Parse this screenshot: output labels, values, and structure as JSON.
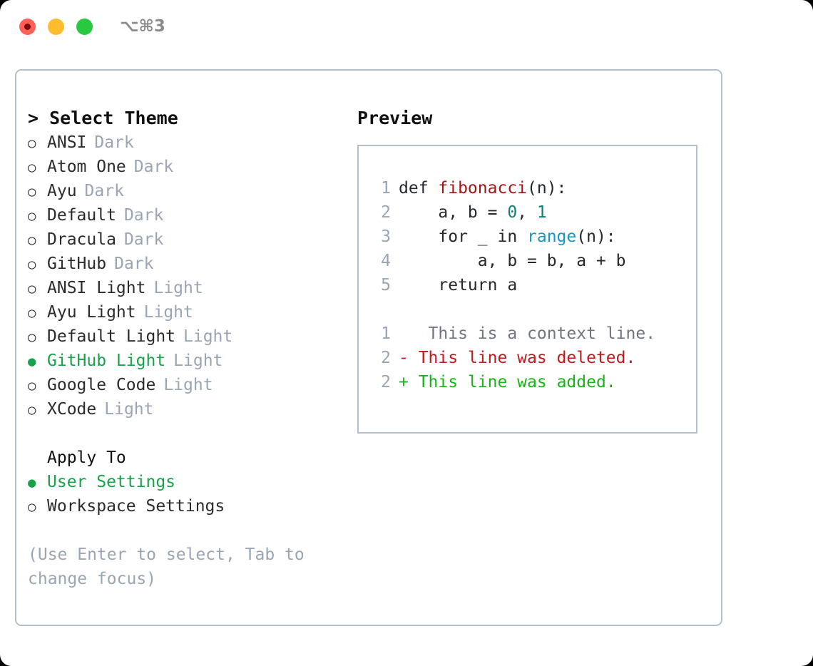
{
  "titlebar": {
    "shortcut": "⌥⌘3",
    "lights": [
      "close",
      "minimize",
      "zoom"
    ]
  },
  "theme_picker": {
    "caret": ">",
    "title": "Select Theme",
    "marker_unselected": "○",
    "marker_selected": "●",
    "options": [
      {
        "label": "ANSI",
        "tag": "Dark",
        "selected": false
      },
      {
        "label": "Atom One",
        "tag": "Dark",
        "selected": false
      },
      {
        "label": "Ayu",
        "tag": "Dark",
        "selected": false
      },
      {
        "label": "Default",
        "tag": "Dark",
        "selected": false
      },
      {
        "label": "Dracula",
        "tag": "Dark",
        "selected": false
      },
      {
        "label": "GitHub",
        "tag": "Dark",
        "selected": false
      },
      {
        "label": "ANSI Light",
        "tag": "Light",
        "selected": false
      },
      {
        "label": "Ayu Light",
        "tag": "Light",
        "selected": false
      },
      {
        "label": "Default Light",
        "tag": "Light",
        "selected": false
      },
      {
        "label": "GitHub Light",
        "tag": "Light",
        "selected": true
      },
      {
        "label": "Google Code",
        "tag": "Light",
        "selected": false
      },
      {
        "label": "XCode",
        "tag": "Light",
        "selected": false
      }
    ]
  },
  "apply_to": {
    "title": "Apply To",
    "options": [
      {
        "label": "User Settings",
        "selected": true
      },
      {
        "label": "Workspace Settings",
        "selected": false
      }
    ]
  },
  "hint": "(Use Enter to select, Tab to change focus)",
  "preview": {
    "title": "Preview",
    "code_lines": [
      {
        "n": "1",
        "parts": [
          {
            "t": "def ",
            "cls": "src"
          },
          {
            "t": "fibonacci",
            "cls": "tok-fn"
          },
          {
            "t": "(n):",
            "cls": "src"
          }
        ]
      },
      {
        "n": "2",
        "parts": [
          {
            "t": "    a, b = ",
            "cls": "src"
          },
          {
            "t": "0",
            "cls": "tok-num"
          },
          {
            "t": ", ",
            "cls": "src"
          },
          {
            "t": "1",
            "cls": "tok-num"
          }
        ]
      },
      {
        "n": "3",
        "parts": [
          {
            "t": "    for _ in ",
            "cls": "src"
          },
          {
            "t": "range",
            "cls": "tok-call"
          },
          {
            "t": "(n):",
            "cls": "src"
          }
        ]
      },
      {
        "n": "4",
        "parts": [
          {
            "t": "        a, b = b, a + b",
            "cls": "src"
          }
        ]
      },
      {
        "n": "5",
        "parts": [
          {
            "t": "    return a",
            "cls": "src"
          }
        ]
      }
    ],
    "diff_lines": [
      {
        "n": "1",
        "sign": " ",
        "text": "  This is a context line.",
        "kind": "diff-ctx"
      },
      {
        "n": "2",
        "sign": "-",
        "text": " This line was deleted.",
        "kind": "diff-del"
      },
      {
        "n": "2",
        "sign": "+",
        "text": " This line was added.",
        "kind": "diff-add"
      }
    ]
  },
  "colors": {
    "accent_green": "#16a34a",
    "muted": "#9aa5b4",
    "border": "#b4bfcc",
    "diff_add": "#18b418",
    "diff_del": "#c1191c",
    "token_function": "#a31515",
    "token_number": "#0e8079",
    "token_call": "#1598c4",
    "light_red": "#ff6159",
    "light_yellow": "#ffbd2e",
    "light_green": "#28c840"
  }
}
